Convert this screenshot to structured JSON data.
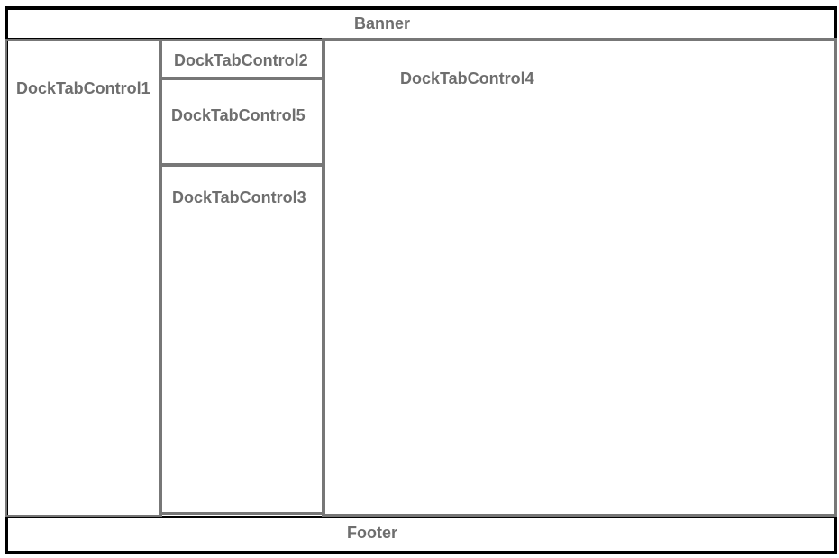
{
  "banner": {
    "label": "Banner"
  },
  "footer": {
    "label": "Footer"
  },
  "panels": {
    "dock1": {
      "label": "DockTabControl1"
    },
    "dock2": {
      "label": "DockTabControl2"
    },
    "dock5": {
      "label": "DockTabControl5"
    },
    "dock3": {
      "label": "DockTabControl3"
    },
    "dock4": {
      "label": "DockTabControl4"
    }
  },
  "colors": {
    "outer_border": "#000000",
    "panel_border": "#777777",
    "label_text": "#6e6e6e"
  }
}
